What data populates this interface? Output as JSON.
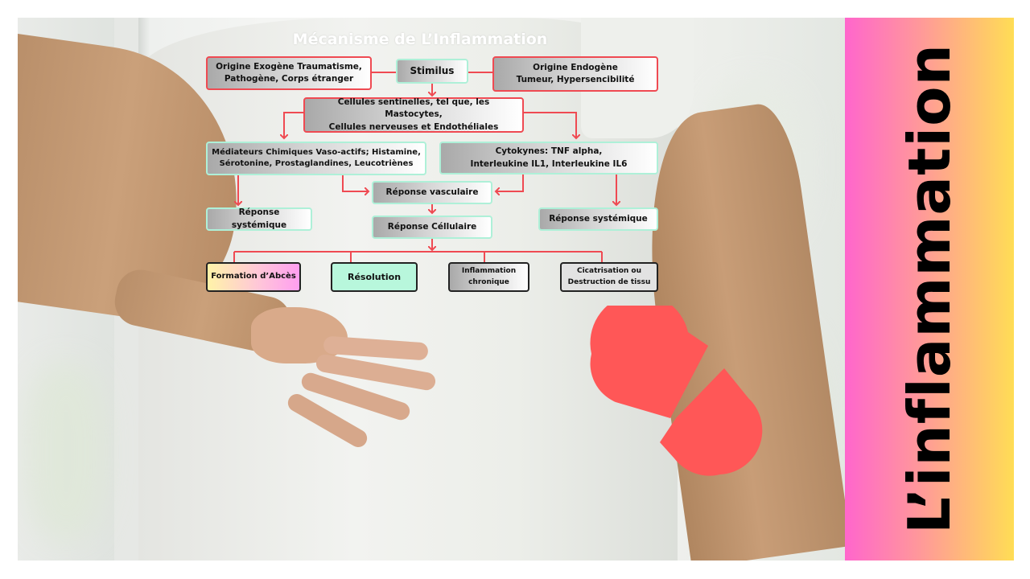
{
  "diagram": {
    "title": "Mécanisme de L’Inflammation",
    "nodes": {
      "origine_exogene": [
        "Origine Exogène Traumatisme,",
        "Pathogène, Corps étranger"
      ],
      "stimulus": "Stimilus",
      "origine_endogene": [
        "Origine Endogène",
        "Tumeur, Hypersencibilité"
      ],
      "cellules_sentinelles": [
        "Cellules sentinelles, tel que, les Mastocytes,",
        "Cellules nerveuses et Endothéliales"
      ],
      "mediateurs": [
        "Médiateurs Chimiques Vaso-actifs; Histamine,",
        "Sérotonine, Prostaglandines, Leucotriènes"
      ],
      "cytokynes": [
        "Cytokynes: TNF alpha,",
        "Interleukine IL1, Interleukine IL6"
      ],
      "reponse_vasculaire": "Réponse vasculaire",
      "reponse_systemique_left": "Réponse systémique",
      "reponse_cellulaire": "Réponse Céllulaire",
      "reponse_systemique_right": "Réponse systémique",
      "formation_abces": "Formation d’Abcès",
      "resolution": "Résolution",
      "inflammation_chronique": [
        "Inflammation",
        "chronique"
      ],
      "cicatrisation": [
        "Cicatrisation ou",
        "Destruction de tissu"
      ]
    },
    "edges": [
      [
        "origine_exogene",
        "stimulus"
      ],
      [
        "origine_endogene",
        "stimulus"
      ],
      [
        "stimulus",
        "cellules_sentinelles"
      ],
      [
        "cellules_sentinelles",
        "mediateurs"
      ],
      [
        "cellules_sentinelles",
        "cytokynes"
      ],
      [
        "mediateurs",
        "reponse_systemique_left"
      ],
      [
        "mediateurs",
        "reponse_vasculaire"
      ],
      [
        "cytokynes",
        "reponse_vasculaire"
      ],
      [
        "cytokynes",
        "reponse_systemique_right"
      ],
      [
        "reponse_vasculaire",
        "reponse_cellulaire"
      ],
      [
        "reponse_cellulaire",
        "formation_abces"
      ],
      [
        "reponse_cellulaire",
        "resolution"
      ],
      [
        "reponse_cellulaire",
        "inflammation_chronique"
      ],
      [
        "reponse_cellulaire",
        "cicatrisation"
      ]
    ]
  },
  "side_panel": {
    "title": "L’inflammation",
    "gradient_from": "#ff66cc",
    "gradient_to": "#ffdd55"
  },
  "colors": {
    "accent_red": "#ef4a52",
    "mint": "#aef0d8",
    "pill": "#ff5757"
  },
  "icons": {
    "pill": "capsule-pill-icon"
  }
}
